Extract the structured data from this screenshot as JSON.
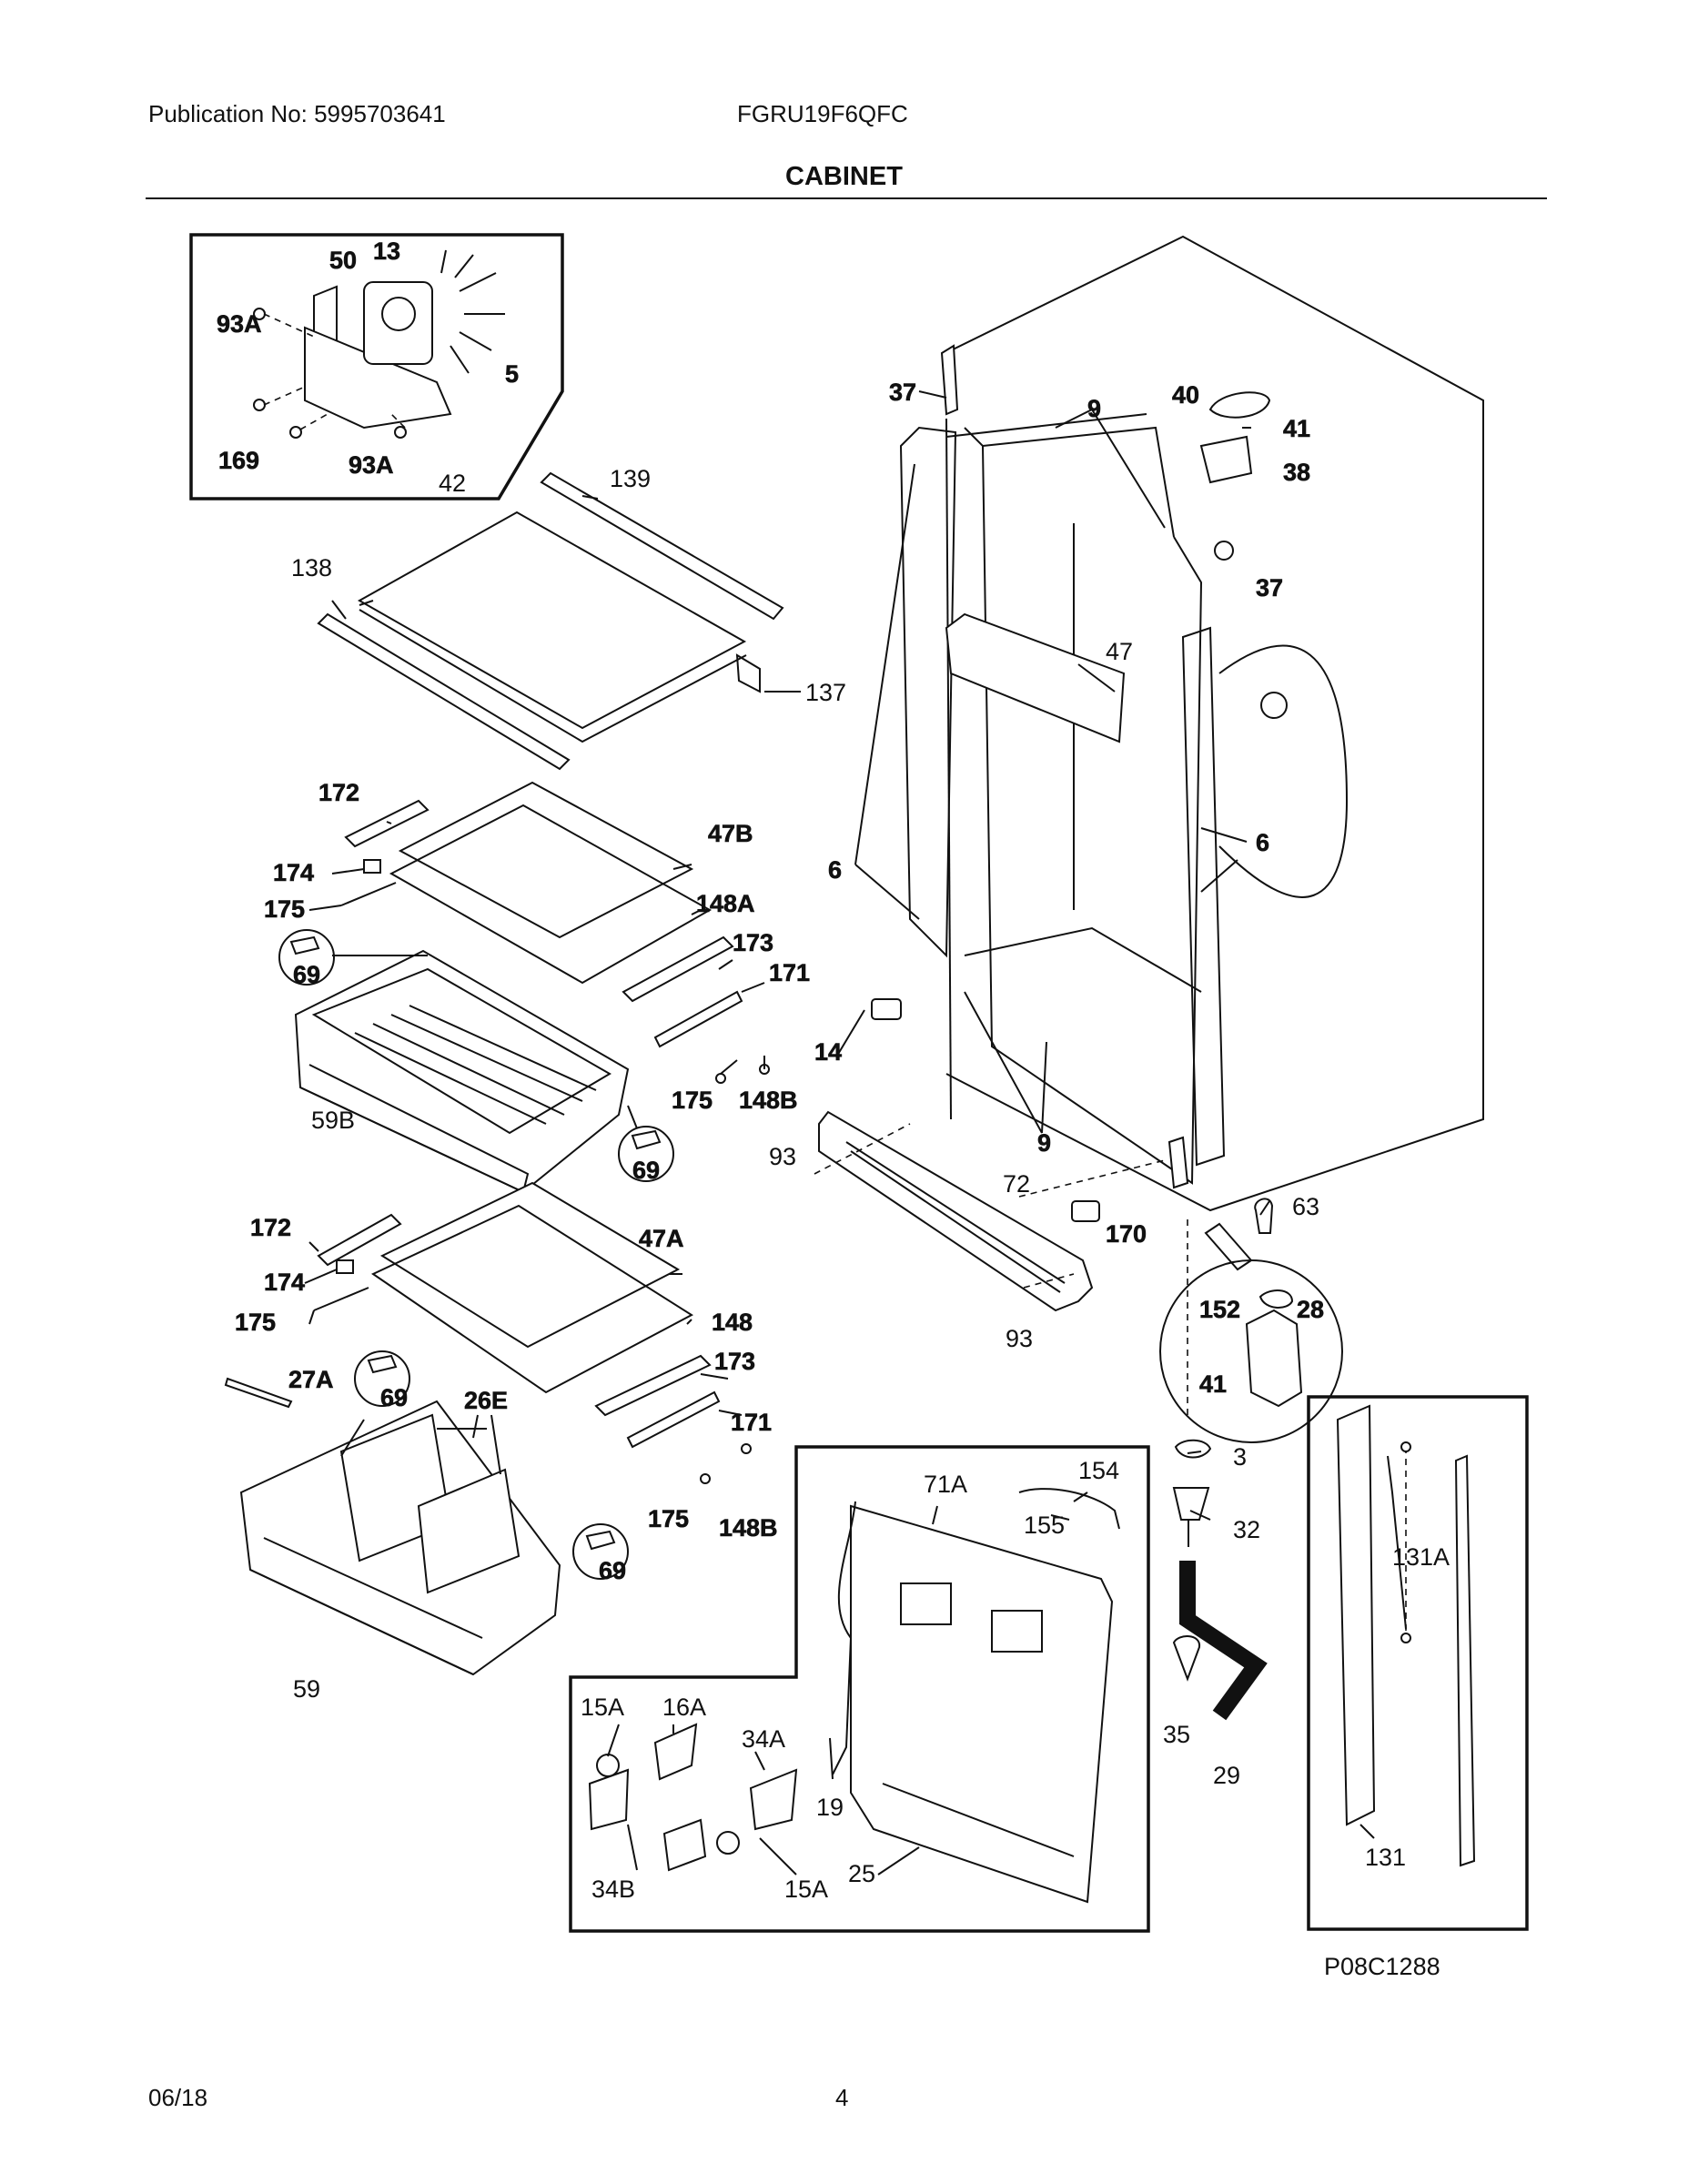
{
  "header": {
    "publication": "Publication No: 5995703641",
    "model": "FGRU19F6QFC",
    "section_title": "CABINET"
  },
  "footer": {
    "date": "06/18",
    "page_number": "4"
  },
  "diagram_code": "P08C1288",
  "callouts": {
    "c50": "50",
    "c13": "13",
    "c93A_a": "93A",
    "c5": "5",
    "c169": "169",
    "c93A_b": "93A",
    "c42": "42",
    "c139": "139",
    "c138": "138",
    "c137": "137",
    "c172_a": "172",
    "c174_a": "174",
    "c175_a": "175",
    "c47B": "47B",
    "c148A": "148A",
    "c173_a": "173",
    "c171_a": "171",
    "c69_a": "69",
    "c59B": "59B",
    "c175_b": "175",
    "c148B_a": "148B",
    "c69_b": "69",
    "c172_b": "172",
    "c174_b": "174",
    "c175_c": "175",
    "c47A": "47A",
    "c148": "148",
    "c173_b": "173",
    "c171_b": "171",
    "c27A": "27A",
    "c69_c": "69",
    "c26E": "26E",
    "c175_d": "175",
    "c148B_b": "148B",
    "c69_d": "69",
    "c59": "59",
    "c37_a": "37",
    "c9_a": "9",
    "c40": "40",
    "c41_a": "41",
    "c38": "38",
    "c37_b": "37",
    "c47": "47",
    "c6_a": "6",
    "c6_b": "6",
    "c14": "14",
    "c9_b": "9",
    "c93_a": "93",
    "c72": "72",
    "c170": "170",
    "c93_b": "93",
    "c63": "63",
    "c152": "152",
    "c28": "28",
    "c41_b": "41",
    "c3": "3",
    "c32": "32",
    "c35": "35",
    "c29": "29",
    "c131A": "131A",
    "c131": "131",
    "c71A": "71A",
    "c154": "154",
    "c155": "155",
    "c15A_a": "15A",
    "c16A": "16A",
    "c34A": "34A",
    "c19": "19",
    "c34B": "34B",
    "c15A_b": "15A",
    "c25": "25"
  }
}
